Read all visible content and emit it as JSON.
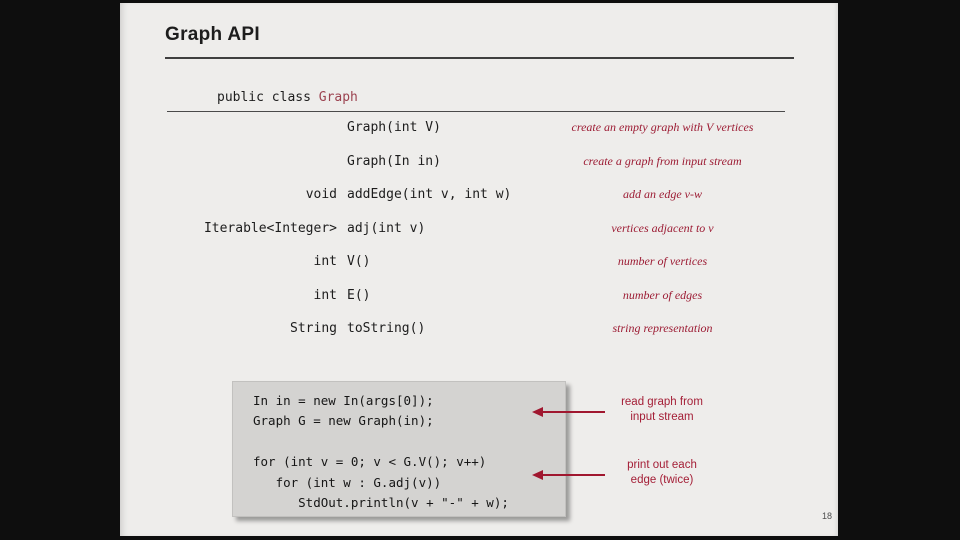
{
  "slide": {
    "title": "Graph API",
    "page_number": "18",
    "class_declaration": {
      "prefix": "public class ",
      "class_name": "Graph"
    },
    "api_table": {
      "rows": [
        {
          "type": "",
          "method": "Graph(int V)",
          "description": "create an empty graph with V vertices"
        },
        {
          "type": "",
          "method": "Graph(In in)",
          "description": "create a graph from input stream"
        },
        {
          "type": "void",
          "method": "addEdge(int v, int w)",
          "description": "add an edge v-w"
        },
        {
          "type": "Iterable<Integer>",
          "method": "adj(int v)",
          "description": "vertices adjacent to v"
        },
        {
          "type": "int",
          "method": "V()",
          "description": "number of vertices"
        },
        {
          "type": "int",
          "method": "E()",
          "description": "number of edges"
        },
        {
          "type": "String",
          "method": "toString()",
          "description": "string representation"
        }
      ]
    },
    "code_block": {
      "lines": [
        "In in = new In(args[0]);",
        "Graph G = new Graph(in);",
        "",
        "for (int v = 0; v < G.V(); v++)",
        "   for (int w : G.adj(v))",
        "      StdOut.println(v + \"-\" + w);"
      ]
    },
    "annotations": [
      {
        "line1": "read graph from",
        "line2": "input stream"
      },
      {
        "line1": "print out each",
        "line2": "edge (twice)"
      }
    ]
  },
  "colors": {
    "background": "#0e0e0e",
    "slide_background": "#eeedeb",
    "text": "#1d1d1d",
    "class_name_red": "#9c4350",
    "description_crimson": "#9c1b33",
    "annotation_crimson": "#a41e36",
    "arrow": "#a0172f",
    "code_box_background": "#d4d3d1"
  }
}
